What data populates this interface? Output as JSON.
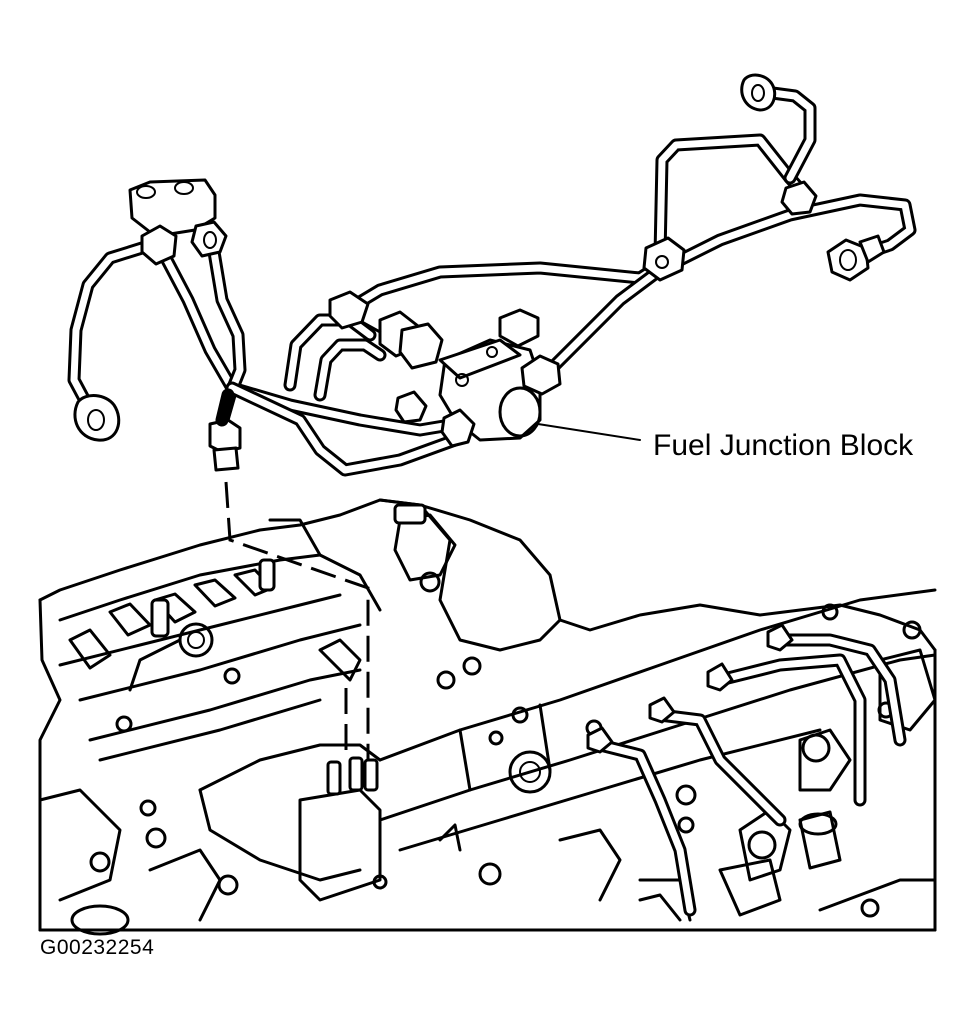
{
  "callout": {
    "label": "Fuel Junction Block"
  },
  "figure_id": "G00232254",
  "icons": [
    "fuel-line-assembly",
    "fuel-junction-block",
    "engine-block",
    "fuel-injector-line"
  ]
}
